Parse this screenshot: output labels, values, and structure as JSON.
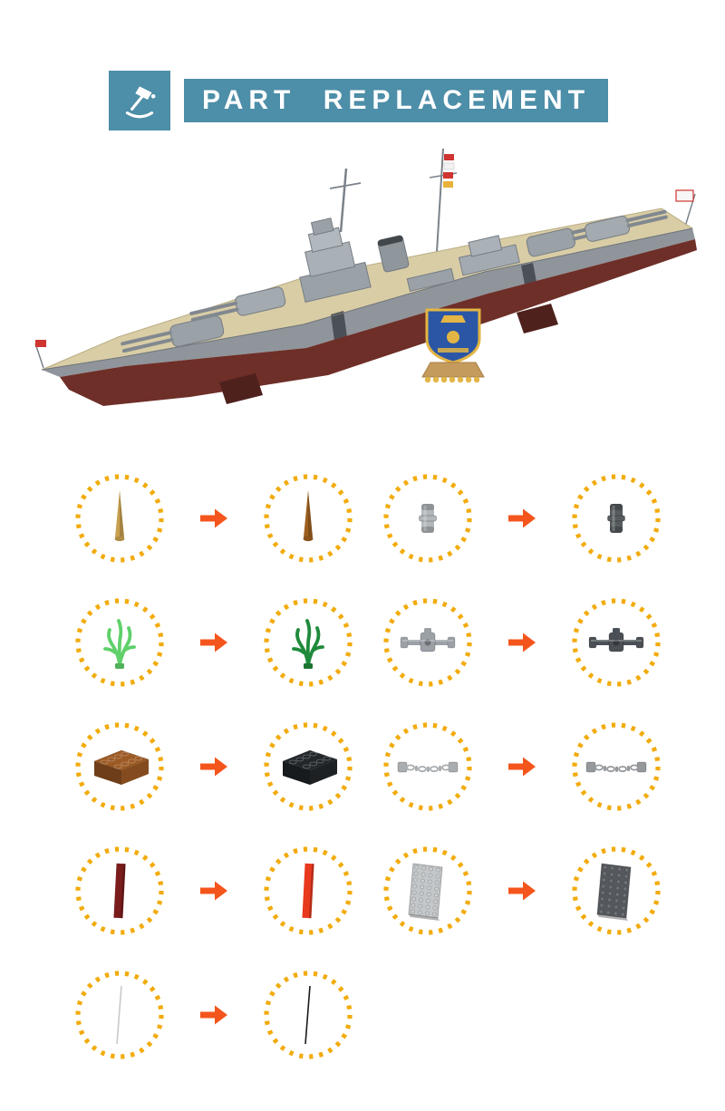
{
  "header": {
    "title": "PART REPLACEMENT",
    "banner_color": "#4d8ea8",
    "icon": "hammer-tool-icon"
  },
  "ship": {
    "description": "brick-built battleship model with tan deck, gray hull and superstructure, dark red lower hull, signal flags, blue and gold crest plaque on wooden display stand",
    "deck_color": "#d9cda6",
    "hull_color": "#8f959b",
    "lower_hull_color": "#6e2f28",
    "superstructure_color": "#a3aab0",
    "crest_shield_color": "#2b56a5",
    "crest_trim_color": "#e3b545"
  },
  "replacement_grid": {
    "ring_color": "#f2ab0b",
    "arrow_color": "#f4551c",
    "arrow_icon": "arrow-right-icon",
    "rows": [
      {
        "pairs": [
          {
            "from": {
              "part": "spike",
              "color": "#c8a050",
              "label": "spike piece - pearl gold"
            },
            "to": {
              "part": "spike",
              "color": "#9c5e1f",
              "label": "spike piece - copper brown"
            }
          },
          {
            "from": {
              "part": "pin",
              "color": "#b3b7ba",
              "label": "connector pin - light gray"
            },
            "to": {
              "part": "pin",
              "color": "#565b5e",
              "label": "connector pin - dark gray"
            }
          }
        ]
      },
      {
        "pairs": [
          {
            "from": {
              "part": "plant",
              "color": "#5fd06a",
              "label": "seaweed plant - bright green"
            },
            "to": {
              "part": "plant",
              "color": "#1f8a3b",
              "label": "seaweed plant - dark green"
            }
          },
          {
            "from": {
              "part": "mount",
              "color": "#9ba1a6",
              "label": "gun mount piece - light gray"
            },
            "to": {
              "part": "mount",
              "color": "#4a5055",
              "label": "gun mount piece - dark gray"
            }
          }
        ]
      },
      {
        "pairs": [
          {
            "from": {
              "part": "brick",
              "color": "#9c5a24",
              "label": "2x4 brick - brown"
            },
            "to": {
              "part": "brick",
              "color": "#23272b",
              "label": "2x4 brick - black"
            }
          },
          {
            "from": {
              "part": "chain",
              "color": "#a9adb0",
              "label": "chain with end studs - light gray"
            },
            "to": {
              "part": "chain",
              "color": "#96999c",
              "label": "chain with end studs - gray"
            }
          }
        ]
      },
      {
        "pairs": [
          {
            "from": {
              "part": "bar",
              "color": "#7a1c1c",
              "label": "tile bar - dark red"
            },
            "to": {
              "part": "bar",
              "color": "#e8391f",
              "label": "tile bar - red"
            }
          },
          {
            "from": {
              "part": "plate",
              "color": "#c4c7c9",
              "label": "baseplate - light gray"
            },
            "to": {
              "part": "plate",
              "color": "#55595e",
              "label": "baseplate - dark gray"
            }
          }
        ]
      },
      {
        "pairs": [
          {
            "from": {
              "part": "string",
              "color": "#c9c9c9",
              "label": "rigging string - light"
            },
            "to": {
              "part": "string",
              "color": "#1a1a1a",
              "label": "rigging string - black"
            }
          }
        ]
      }
    ]
  }
}
